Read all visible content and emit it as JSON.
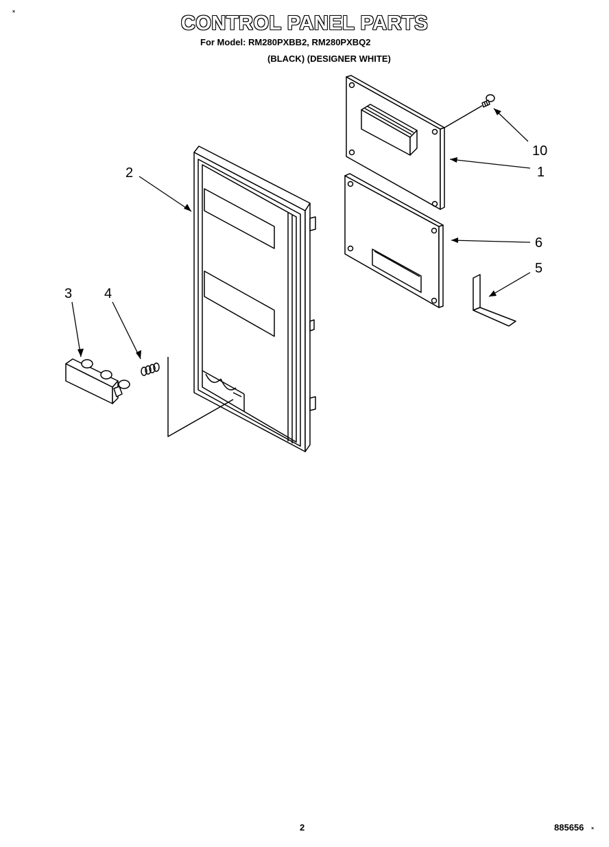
{
  "header": {
    "title": "CONTROL PANEL PARTS",
    "model_line": "For Model: RM280PXBB2, RM280PXBQ2",
    "color_line": "(BLACK)  (DESIGNER WHITE)"
  },
  "callouts": {
    "c1": "1",
    "c2": "2",
    "c3": "3",
    "c4": "4",
    "c5": "5",
    "c6": "6",
    "c10": "10"
  },
  "footer": {
    "page_number": "2",
    "document_number": "885656"
  },
  "marks": {
    "top_left": "×",
    "bottom_right": "×"
  }
}
